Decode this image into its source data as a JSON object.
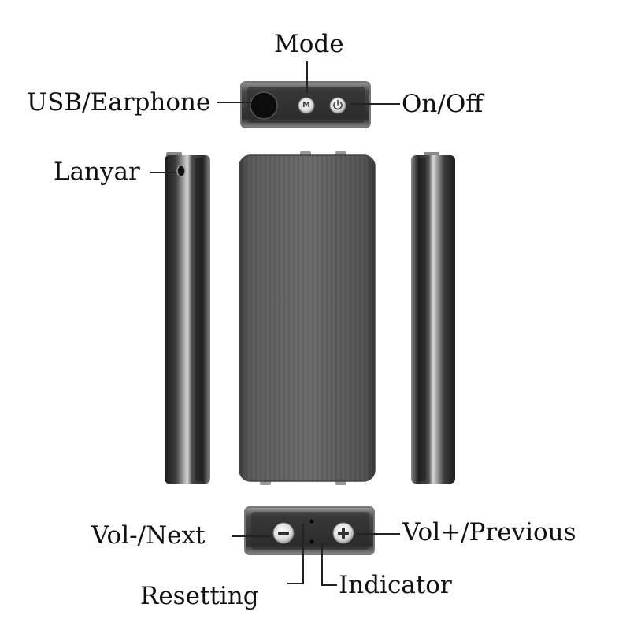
{
  "labels": {
    "mode": "Mode",
    "usb_earphone": "USB/Earphone",
    "on_off": "On/Off",
    "lanyar": "Lanyar",
    "vol_minus_next": "Vol-/Next",
    "vol_plus_previous": "Vol+/Previous",
    "resetting": "Resetting",
    "indicator": "Indicator"
  },
  "buttons": {
    "mode_glyph": "M"
  },
  "colors": {
    "body_dark": "#3a3a3a",
    "body_mid": "#5c5c5c",
    "chrome": "#c8c8c8",
    "button_face": "#e9e9e9",
    "text": "#111111"
  },
  "icons": [
    "power-icon",
    "minus-icon",
    "plus-icon"
  ]
}
